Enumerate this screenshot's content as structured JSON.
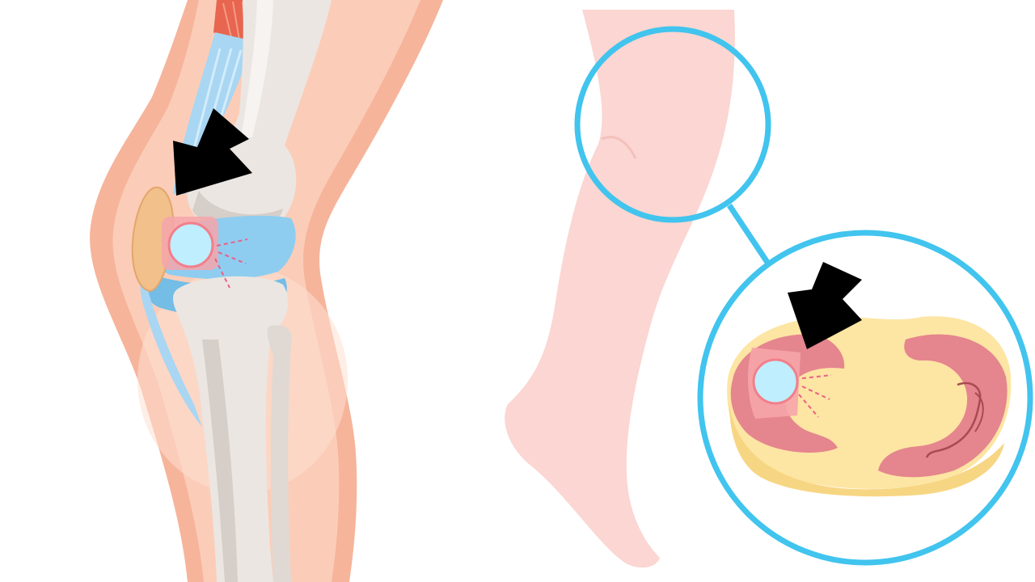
{
  "illustration": {
    "panels": [
      {
        "id": "knee-side-view",
        "parts": [
          "skin",
          "muscle",
          "tendon",
          "femur",
          "tibia",
          "fibula",
          "patella",
          "meniscus",
          "cyst",
          "pointer-arrow"
        ]
      },
      {
        "id": "leg-silhouette-with-callout",
        "parts": [
          "leg-outline",
          "zoom-circle",
          "connector-line"
        ]
      },
      {
        "id": "meniscus-top-view-zoom",
        "parts": [
          "tibial-plateau",
          "medial-meniscus",
          "lateral-meniscus",
          "cyst",
          "pointer-arrow"
        ]
      }
    ],
    "colors": {
      "skin": "#f5b59c",
      "skin_light": "#fbd3c3",
      "bone": "#ebe6e2",
      "bone_shadow": "#d3cbc5",
      "patella": "#f2c08a",
      "meniscus": "#8ecdf0",
      "cyst": "#bfeeff",
      "cyst_halo": "#f6a5aa",
      "muscle": "#e8654f",
      "leg_silhouette": "#fbd6d2",
      "zoom_ring": "#41c4ee",
      "plateau": "#fde5a3",
      "meniscus_top": "#e5858e",
      "arrow": "#000000",
      "background": "#ffffff"
    }
  }
}
